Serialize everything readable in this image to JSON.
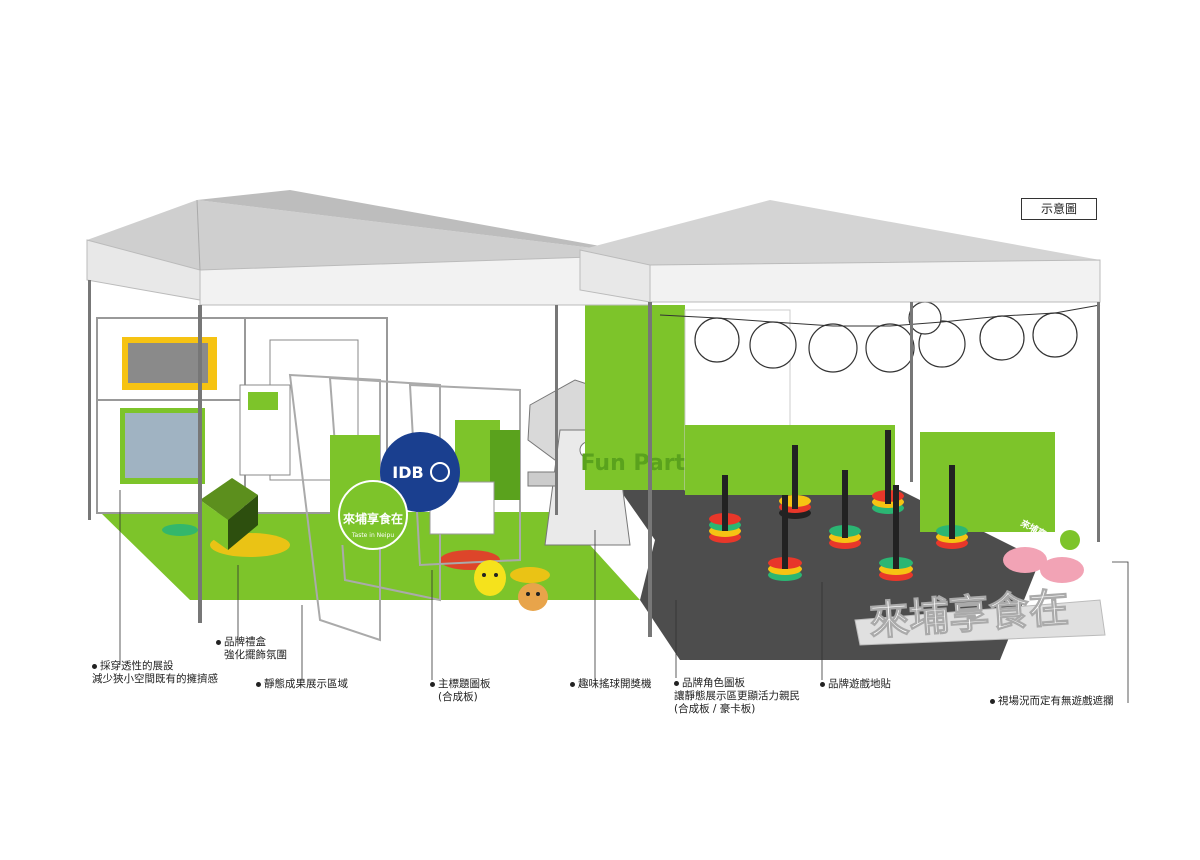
{
  "badge": {
    "text": "示意圖"
  },
  "colors": {
    "brand_green": "#7dc42a",
    "dark_floor": "#555555",
    "idb_blue": "#1a3f8f",
    "tent_top": "#d9d9d9",
    "ring_red": "#e8372a",
    "ring_yellow": "#f6c313",
    "ring_green": "#2bb673",
    "ring_black": "#222222"
  },
  "boards": {
    "main_title": "來埔享食在",
    "main_subtitle": "Taste in Neipu",
    "idb_logo": "IDB",
    "fun_party": "Fun Party",
    "left_panel_title": "來埔享食在"
  },
  "sign_3d": "來埔享食在",
  "annotations": [
    {
      "id": "transparent-display",
      "line1": "採穿透性的展設",
      "line2": "減少狹小空間既有的擁擠感"
    },
    {
      "id": "gift-box",
      "line1": "品牌禮盒",
      "line2": "強化擺飾氛圍"
    },
    {
      "id": "static-display",
      "line1": "靜態成果展示區域",
      "line2": ""
    },
    {
      "id": "main-title-board",
      "line1": "主標題圖板",
      "line2": "(合成板)"
    },
    {
      "id": "lottery-machine",
      "line1": "趣味搖球開獎機",
      "line2": ""
    },
    {
      "id": "character-board",
      "line1": "品牌角色圖板",
      "line2": "讓靜態展示區更顯活力親民",
      "line3": "(合成板 / 豪卡板)"
    },
    {
      "id": "floor-sticker",
      "line1": "品牌遊戲地貼",
      "line2": ""
    },
    {
      "id": "game-barrier",
      "line1": "視場況而定有無遊戲遮攔",
      "line2": ""
    }
  ]
}
